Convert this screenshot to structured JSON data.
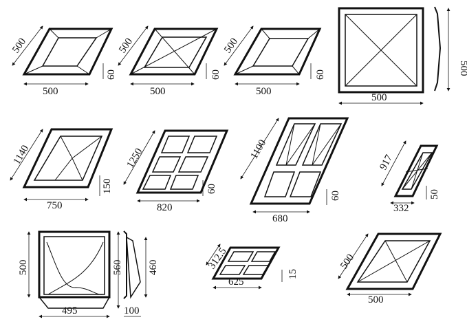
{
  "figures": [
    {
      "name": "panel-1",
      "dims": [
        "500",
        "500",
        "60"
      ]
    },
    {
      "name": "panel-2",
      "dims": [
        "500",
        "500",
        "60"
      ]
    },
    {
      "name": "panel-3",
      "dims": [
        "500",
        "60",
        "500"
      ]
    },
    {
      "name": "panel-4",
      "dims": [
        "500",
        "500"
      ]
    },
    {
      "name": "panel-5",
      "dims": [
        "1140",
        "750",
        "150"
      ]
    },
    {
      "name": "panel-6",
      "dims": [
        "1250",
        "820",
        "60"
      ]
    },
    {
      "name": "panel-7",
      "dims": [
        "1100",
        "680",
        "60"
      ]
    },
    {
      "name": "panel-8",
      "dims": [
        "917",
        "332",
        "50"
      ]
    },
    {
      "name": "panel-9",
      "dims": [
        "500",
        "560",
        "460",
        "495",
        "100"
      ]
    },
    {
      "name": "panel-10",
      "dims": [
        "312.5",
        "625",
        "15"
      ]
    },
    {
      "name": "panel-11",
      "dims": [
        "500",
        "500"
      ]
    }
  ]
}
